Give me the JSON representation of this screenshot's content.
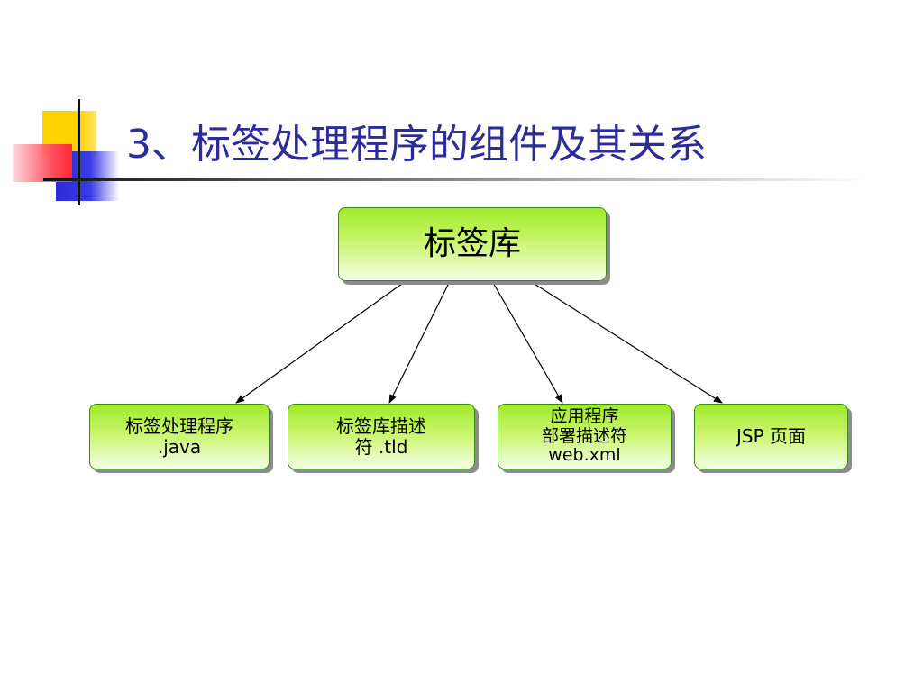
{
  "slide": {
    "title": "3、标签处理程序的组件及其关系"
  },
  "diagram": {
    "root": {
      "label": "标签库"
    },
    "children": [
      {
        "label": "标签处理程序\n.java"
      },
      {
        "label": "标签库描述\n符 .tld"
      },
      {
        "label": "应用程序\n部署描述符\nweb.xml"
      },
      {
        "label": "JSP 页面"
      }
    ],
    "colors": {
      "node_fill_top": "#9fea2a",
      "node_fill_bottom": "#f6ffe8",
      "node_border": "#3a8a1a",
      "title": "#2b2b9a",
      "arrow": "#000000"
    }
  }
}
